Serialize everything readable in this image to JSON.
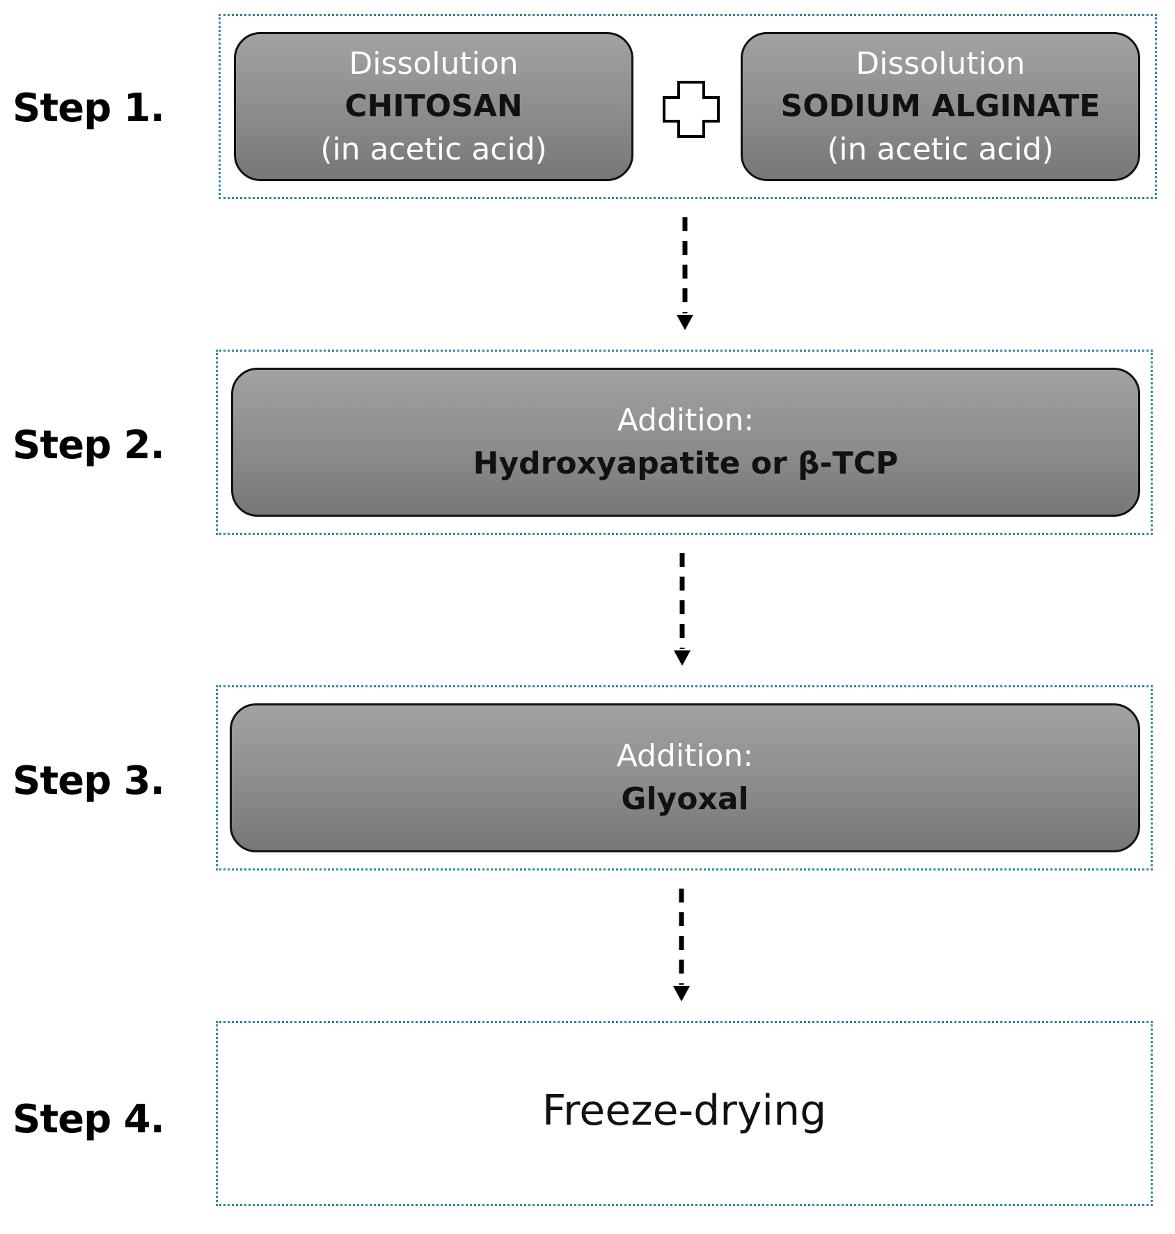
{
  "steps": [
    {
      "label": "Step 1.",
      "boxes": [
        {
          "lines": [
            "Dissolution",
            "CHITOSAN",
            "(in acetic acid)"
          ]
        },
        {
          "lines": [
            "Dissolution",
            "SODIUM ALGINATE",
            "(in acetic acid)"
          ]
        }
      ]
    },
    {
      "label": "Step 2.",
      "boxes": [
        {
          "lines": [
            "Addition:",
            "Hydroxyapatite or β-TCP"
          ]
        }
      ]
    },
    {
      "label": "Step 3.",
      "boxes": [
        {
          "lines": [
            "Addition:",
            "Glyoxal"
          ]
        }
      ]
    },
    {
      "label": "Step 4.",
      "text": "Freeze-drying"
    }
  ],
  "colors": {
    "frame_border": "#2b8a9e",
    "box_fill_top": "#a2a2a2",
    "box_fill_bottom": "#777777",
    "box_border": "#111111",
    "light_text": "#ffffff",
    "dark_text": "#111111"
  },
  "icons": {
    "combine": "plus-icon",
    "flow": "dashed-arrow-down-icon"
  }
}
